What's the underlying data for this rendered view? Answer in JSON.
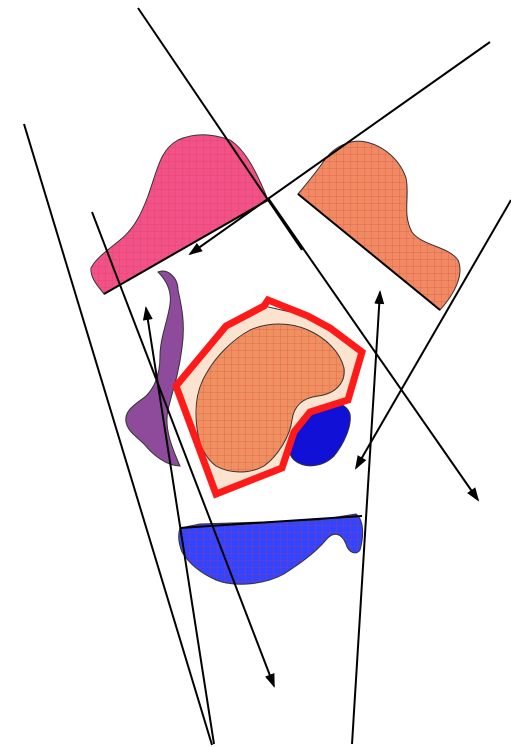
{
  "colors": {
    "background": "#ffffff",
    "line": "#000000",
    "pink_organ": "#f2528a",
    "orange_organ": "#ef8a62",
    "purple_organ": "#8e4b9c",
    "target_volume": "#ef9060",
    "target_margin": "#fbe3cf",
    "target_outline": "#ff1a1a",
    "blue_small_organ": "#1010d6",
    "blue_lower_organ": "#3344ff",
    "grid_line": "#d8343a"
  },
  "regions": [
    {
      "name": "pink-organ-region",
      "fill": "pink_organ",
      "hatched": true
    },
    {
      "name": "orange-organ-region",
      "fill": "orange_organ",
      "hatched": true
    },
    {
      "name": "purple-organ-region",
      "fill": "purple_organ",
      "hatched": false
    },
    {
      "name": "target-margin-region",
      "fill": "target_margin",
      "hatched": false
    },
    {
      "name": "target-volume-region",
      "fill": "target_volume",
      "hatched": true
    },
    {
      "name": "blue-small-organ-region",
      "fill": "blue_small_organ",
      "hatched": false
    },
    {
      "name": "blue-lower-organ-region",
      "fill": "blue_lower_organ",
      "hatched": true
    }
  ],
  "beams": [
    {
      "name": "beam-line-left-outer",
      "arrow": false
    },
    {
      "name": "beam-line-top-center",
      "arrow": false
    },
    {
      "name": "beam-arrow-upper-right",
      "arrow": true
    },
    {
      "name": "beam-arrow-right-lower",
      "arrow": true
    },
    {
      "name": "beam-arrow-top-right-down",
      "arrow": true
    },
    {
      "name": "beam-arrow-left-bottom",
      "arrow": true
    },
    {
      "name": "beam-arrow-bottom-left-up",
      "arrow": true
    },
    {
      "name": "beam-arrow-bottom-right-up",
      "arrow": true
    }
  ]
}
